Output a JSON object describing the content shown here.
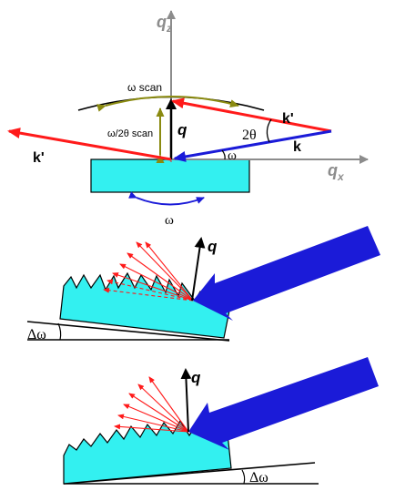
{
  "top": {
    "qz_label": "q",
    "qz_sub": "z",
    "qx_label": "q",
    "qx_sub": "x",
    "omega_scan_label": "ω scan",
    "omega2theta_scan_label": "ω/2θ scan",
    "q_label": "q",
    "kprime_upper_label": "k'",
    "kprime_left_label": "k'",
    "k_label": "k",
    "twotheta_label": "2θ",
    "omega_angle_label": "ω",
    "omega_rotation_label": "ω"
  },
  "middle": {
    "q_label": "q",
    "delta_omega_label": "Δω"
  },
  "bottom": {
    "q_label": "q",
    "delta_omega_label": "Δω"
  },
  "colors": {
    "cyan": "#33f0f0",
    "red": "#ff1a1a",
    "blue": "#1b1bd8",
    "olive": "#8a8a10",
    "axis_gray": "#8c8c8c",
    "black": "#000000"
  }
}
